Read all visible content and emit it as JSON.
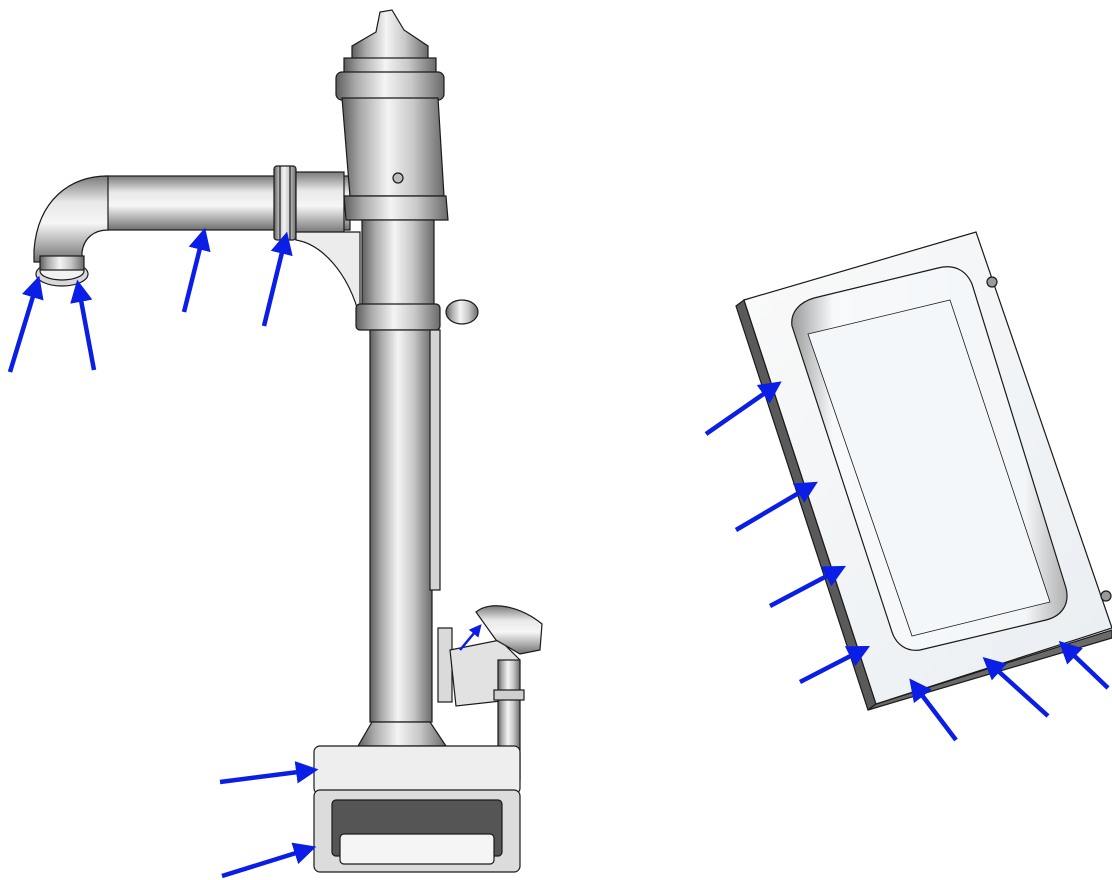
{
  "figure": {
    "description_free": true,
    "parts": [
      {
        "id": "pipe-assembly",
        "icon": "pipe-assembly"
      },
      {
        "id": "rectangular-plate",
        "icon": "plate"
      }
    ],
    "arrow_color": "#0a1ee6",
    "metal_light": "#f2f2f2",
    "metal_dark": "#6c6c6c",
    "outline": "#1a1a1a"
  }
}
